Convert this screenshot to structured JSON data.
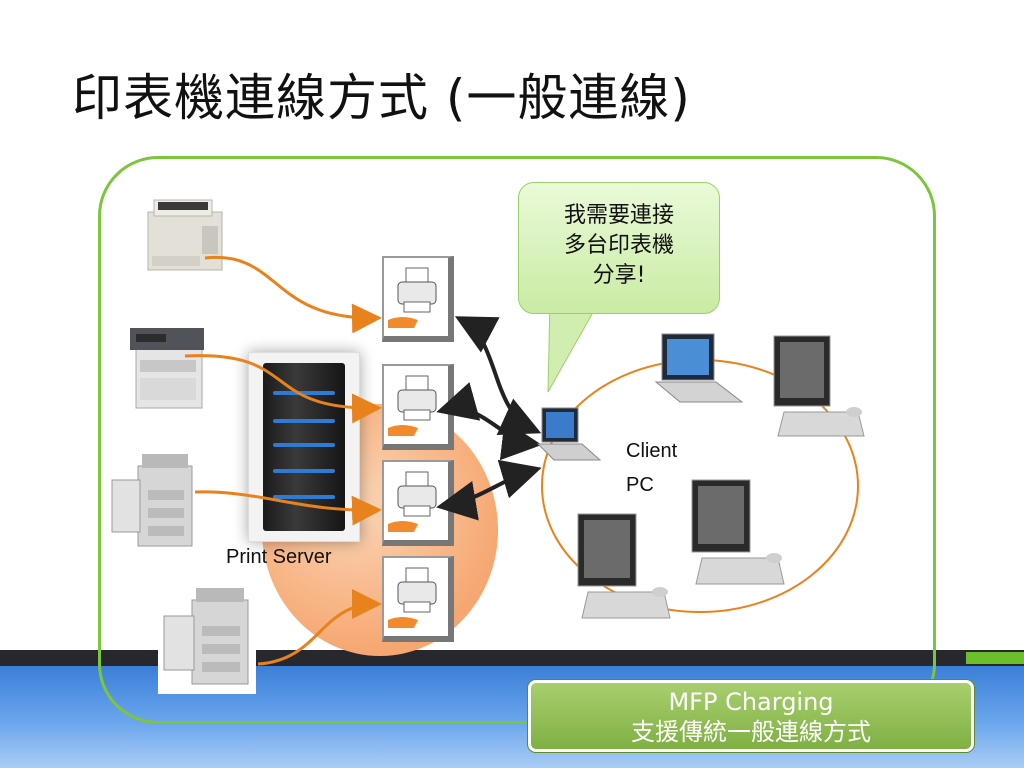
{
  "slide": {
    "title": "印表機連線方式 (一般連線)"
  },
  "diagram": {
    "speech_bubble": [
      "我需要連接",
      "多台印表機",
      "分享!"
    ],
    "print_server_label": "Print Server",
    "client_label_line1": "Client",
    "client_label_line2": "PC",
    "footer_box_line1": "MFP Charging",
    "footer_box_line2": "支援傳統一般連線方式"
  },
  "colors": {
    "frame": "#7cc63d",
    "arrow_orange": "#e8821c",
    "arrow_black": "#222222",
    "server_disk": "#f6a872",
    "bubble_fill": "#d8f2bd",
    "footer_box": "#8dbd52",
    "band_blue": "#5f9de8"
  },
  "icons": [
    "laser-printer",
    "mfp-copier",
    "large-copier",
    "print-queue",
    "server-tower",
    "laptop",
    "crt-monitor-pc"
  ]
}
